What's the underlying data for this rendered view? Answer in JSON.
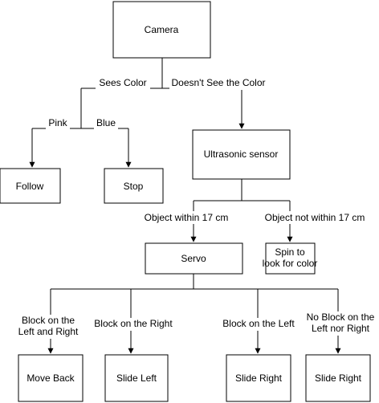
{
  "nodes": {
    "camera": "Camera",
    "follow": "Follow",
    "stop": "Stop",
    "ultrasonic": "Ultrasonic sensor",
    "servo": "Servo",
    "spin": [
      "Spin to",
      "look for color"
    ],
    "move_back": "Move Back",
    "slide_left": "Slide Left",
    "slide_right_1": "Slide Right",
    "slide_right_2": "Slide Right"
  },
  "edges": {
    "sees_color": "Sees Color",
    "doesnt_see": "Doesn't See the Color",
    "pink": "Pink",
    "blue": "Blue",
    "object_within": "Object within 17 cm",
    "object_not_within": "Object not within 17 cm",
    "block_left_right": [
      "Block on the",
      "Left and Right"
    ],
    "block_right": "Block on the Right",
    "block_left": "Block on the Left",
    "no_block": [
      "No Block on the",
      "Left nor Right"
    ]
  },
  "colors": {
    "stroke": "#000000",
    "fill": "#ffffff"
  }
}
